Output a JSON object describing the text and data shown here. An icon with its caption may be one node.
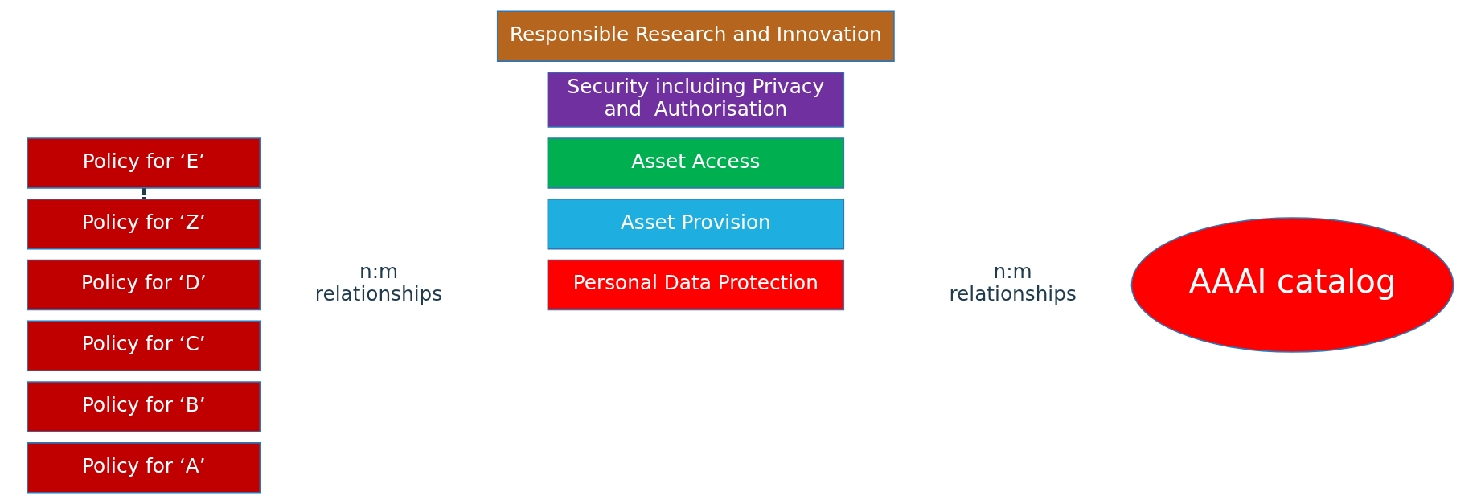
{
  "diagram": {
    "nodes": [
      {
        "text": [
          "Policy for ‘A’"
        ]
      },
      {
        "text": [
          "Policy for ‘B’"
        ]
      },
      {
        "text": [
          "Policy for ‘C’"
        ]
      },
      {
        "text": [
          "Policy for ‘D’"
        ]
      },
      {
        "text": [
          "Policy for ‘E’"
        ]
      },
      {
        "text": [
          "Policy for ‘Z’"
        ]
      },
      {
        "text": [
          "Asset Provision"
        ]
      },
      {
        "text": [
          "Asset Access"
        ]
      },
      {
        "text": [
          "Personal Data Protection"
        ]
      },
      {
        "text": [
          "Security including Privacy and  Authorisation"
        ]
      },
      {
        "text": [
          "Responsible Research and Innovation"
        ]
      },
      {
        "text": [
          "AAAI catalog"
        ]
      }
    ],
    "edges": [
      {
        "from": 4,
        "to": 5,
        "arrow": "none",
        "style": "dashed"
      }
    ],
    "labels": [
      "n:m relationships",
      "n:m relationships"
    ]
  }
}
